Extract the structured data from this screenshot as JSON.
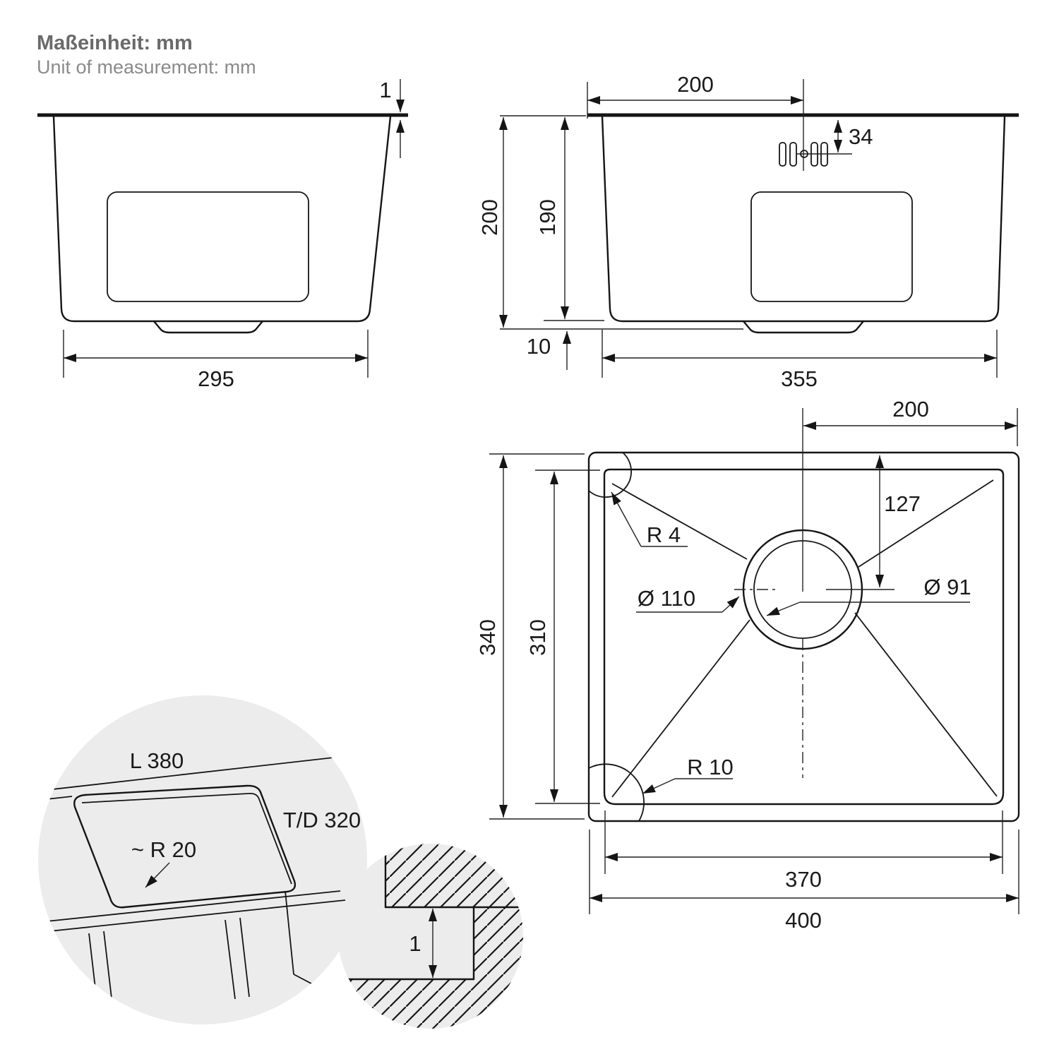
{
  "header": {
    "title": "Maßeinheit: mm",
    "subtitle": "Unit of measurement: mm"
  },
  "front_view": {
    "rim_thickness": "1",
    "bottom_width": "295"
  },
  "side_view": {
    "tap_offset": "200",
    "tap_drop": "34",
    "overall_depth": "200",
    "bowl_depth": "190",
    "drain_height": "10",
    "bottom_width": "355"
  },
  "top_view": {
    "tap_offset": "200",
    "tap_from_edge": "127",
    "corner_radius_top": "R 4",
    "drain_outer_dia": "Ø 110",
    "drain_inner_dia": "Ø 91",
    "outer_length": "340",
    "inner_length": "310",
    "corner_radius_bottom": "R 10",
    "inner_width": "370",
    "outer_width": "400"
  },
  "cutout_view": {
    "length": "L 380",
    "depth": "T/D 320",
    "corner_radius": "~ R 20"
  },
  "detail_view": {
    "reveal": "1"
  },
  "colors": {
    "line": "#151515",
    "dimension": "#222222",
    "text": "#1a1a1a",
    "title": "#6a6a6a",
    "subtitle": "#8a8a8a",
    "circle_fill": "#ececec",
    "background": "#ffffff"
  }
}
